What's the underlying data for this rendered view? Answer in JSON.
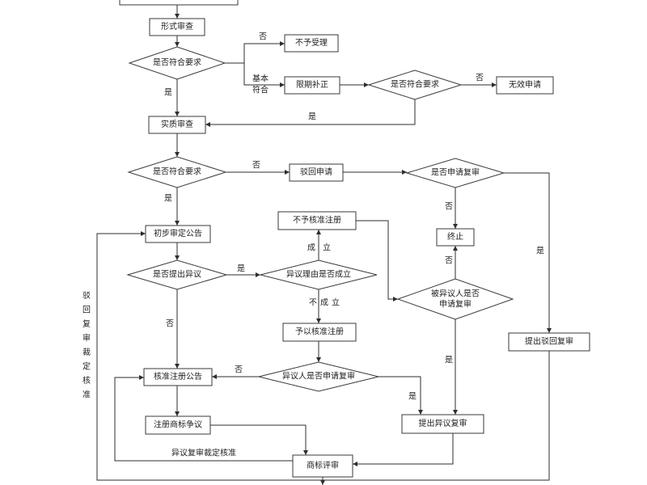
{
  "nodes": {
    "formal_review": "形式审查",
    "check_formal": "是否符合要求",
    "reject_accept": "不予受理",
    "correction": "限期补正",
    "check_correction": "是否符合要求",
    "invalid": "无效申请",
    "substantive_review": "实质审查",
    "check_substantive": "是否符合要求",
    "reject_application": "驳回申请",
    "apply_review_q": "是否申请复审",
    "terminate": "终止",
    "preliminary_notice": "初步审定公告",
    "opposition_q": "是否提出异议",
    "opposition_valid_q": "异议理由是否成立",
    "not_approved": "不予核准注册",
    "opposed_review_q": [
      "被异议人是否",
      "申请复审"
    ],
    "approved": "予以核准注册",
    "opponent_review_q": "异议人是否申请复审",
    "registration_notice": "核准注册公告",
    "trademark_dispute": "注册商标争议",
    "opposition_review": "提出异议复审",
    "rejection_review": "提出驳回复审",
    "trademark_review": "商标评审"
  },
  "edge_labels": {
    "formal_no": "否",
    "formal_basic": [
      "基本",
      "符合"
    ],
    "formal_yes": "是",
    "correction_no": "否",
    "correction_yes": "是",
    "substantive_no": "否",
    "substantive_yes": "是",
    "apply_review_yes": "是",
    "apply_review_no": "否",
    "opposition_yes": "是",
    "opposition_no": "否",
    "valid_established": "成立",
    "valid_not_established": "不成立",
    "opposed_review_no": "否",
    "opposed_review_yes": "是",
    "opponent_review_no": "否",
    "opponent_review_yes": "是",
    "opposition_review_approval": "异议复审裁定核准",
    "rejection_review_approval": "驳回复审裁定核准"
  }
}
